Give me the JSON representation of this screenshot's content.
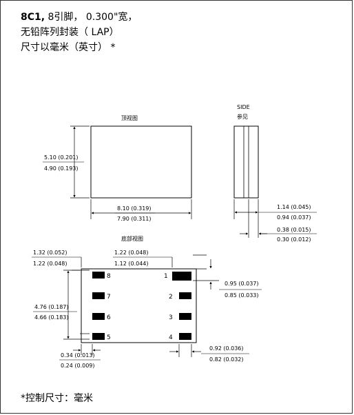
{
  "header": {
    "line1_bold": "8C1,",
    "line1_rest": " 8引脚，  0.300\"宽，",
    "line2": "无铅阵列封装（  LAP）",
    "line3": "尺寸以毫米（英寸）  *"
  },
  "views": {
    "top_label": "顶视图",
    "side_label_1": "SIDE",
    "side_label_2": "参见",
    "bottom_label": "底部视图"
  },
  "dimensions": {
    "height_max": "5.10 (0.201)",
    "height_min": "4.90 (0.193)",
    "width_max": "8.10 (0.319)",
    "width_min": "7.90 (0.311)",
    "thick_max": "1.14 (0.045)",
    "thick_min": "0.94 (0.037)",
    "lead_t_max": "0.38 (0.015)",
    "lead_t_min": "0.30 (0.012)",
    "edge_left_max": "1.32 (0.052)",
    "edge_left_min": "1.22 (0.048)",
    "pitch_max": "1.22 (0.048)",
    "pitch_min": "1.12 (0.044)",
    "pad_w_max": "0.95 (0.037)",
    "pad_w_min": "0.85 (0.033)",
    "span_max": "4.76 (0.187)",
    "span_min": "4.66 (0.183)",
    "corner_max": "0.34 (0.013)",
    "corner_min": "0.24 (0.009)",
    "pad_l_max": "0.92 (0.036)",
    "pad_l_min": "0.82 (0.032)"
  },
  "pins": {
    "left": [
      "8",
      "7",
      "6",
      "5"
    ],
    "right": [
      "1",
      "2",
      "3",
      "4"
    ]
  },
  "footer": "*控制尺寸：毫米"
}
